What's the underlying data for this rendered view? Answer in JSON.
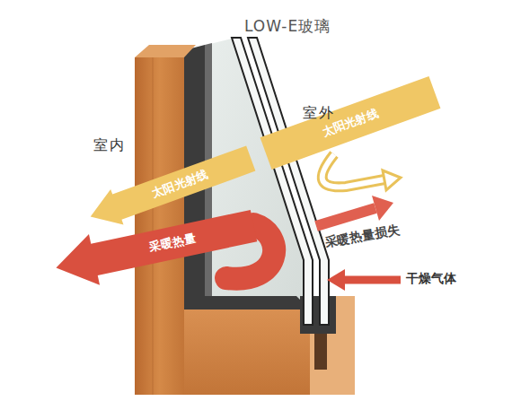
{
  "diagram": {
    "nodes": [
      {
        "text": [
          "太阳光射线"
        ]
      },
      {
        "text": [
          "太阳光射线"
        ]
      },
      {
        "text": [
          "采暖热量"
        ]
      }
    ],
    "labels": [
      "LOW-E玻璃",
      "室外",
      "室内",
      "采暖热量损失",
      "干燥气体"
    ]
  }
}
